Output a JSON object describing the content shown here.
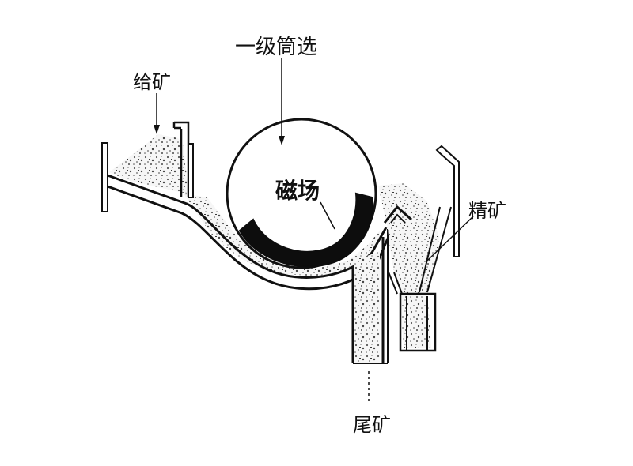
{
  "diagram": {
    "title": "一级筒选",
    "labels": {
      "feed": "给矿",
      "magnetic_field": "磁场",
      "concentrate": "精矿",
      "tailings": "尾矿"
    },
    "colors": {
      "line": "#111111",
      "magnet": "#0d0d0d",
      "ore_speckle": "#555555",
      "background": "#ffffff"
    }
  }
}
